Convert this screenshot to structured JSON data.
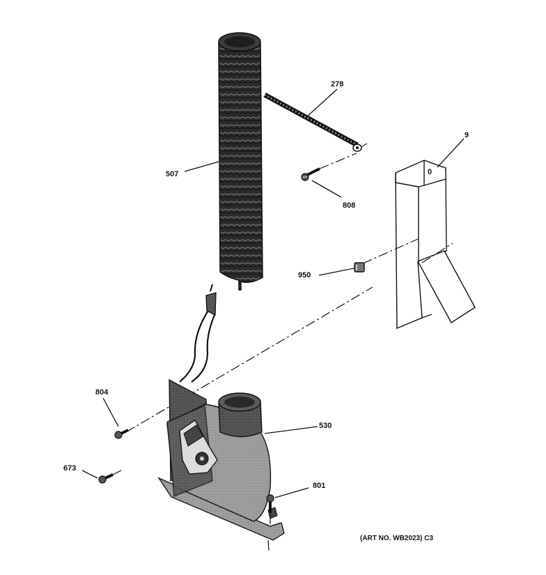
{
  "parts": {
    "p278": "278",
    "p507": "507",
    "p808": "808",
    "p9": "9",
    "p950": "950",
    "p804": "804",
    "p530": "530",
    "p673": "673",
    "p801": "801"
  },
  "art_number": "(ART NO. WB2023) C3",
  "bracket_mark": "0"
}
